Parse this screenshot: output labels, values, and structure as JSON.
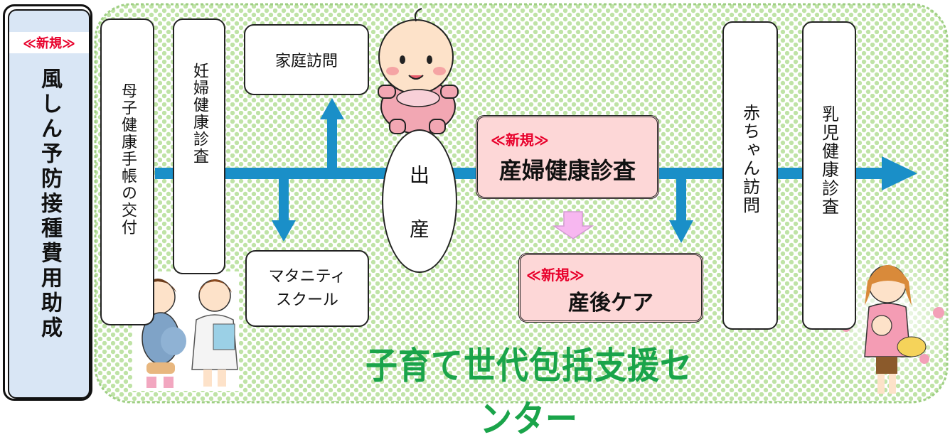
{
  "colors": {
    "accent_red": "#e8002b",
    "timeline_blue": "#1a8fc8",
    "center_green": "#1aa44a",
    "pink_box": "#fdd7d7",
    "left_box": "#d9e6f5",
    "pattern_green": "#bfe3a6"
  },
  "left_box": {
    "tag": "≪新規≫",
    "title": "風しん予防接種費用助成"
  },
  "boxes": {
    "boshi": "母子健康手帳の交付",
    "ninpu": "妊婦健康診査",
    "katei": "家庭訪問",
    "maternity": [
      "マタニティ",
      "スクール"
    ],
    "shussan": [
      "出",
      "産"
    ],
    "akachan": "赤ちゃん訪問",
    "nyuji": "乳児健康診査"
  },
  "sanpu": {
    "tag": "≪新規≫",
    "title": "産婦健康診査"
  },
  "sango": {
    "tag": "≪新規≫",
    "title": "産後ケア"
  },
  "center_name": "子育て世代包括支援センター",
  "illustrations": [
    "baby-illustration",
    "pregnant-woman-illustration",
    "doctor-illustration",
    "mother-holding-baby-illustration"
  ]
}
